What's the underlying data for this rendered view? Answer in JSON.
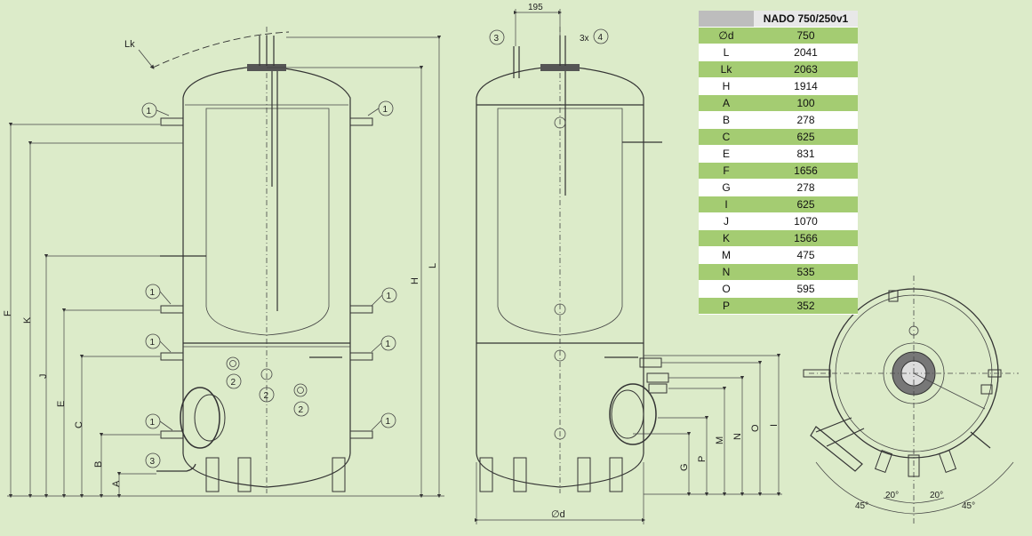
{
  "table": {
    "model": "NADO 750/250v1",
    "rows": [
      {
        "k": "∅d",
        "v": "750"
      },
      {
        "k": "L",
        "v": "2041"
      },
      {
        "k": "Lk",
        "v": "2063"
      },
      {
        "k": "H",
        "v": "1914"
      },
      {
        "k": "A",
        "v": "100"
      },
      {
        "k": "B",
        "v": "278"
      },
      {
        "k": "C",
        "v": "625"
      },
      {
        "k": "E",
        "v": "831"
      },
      {
        "k": "F",
        "v": "1656"
      },
      {
        "k": "G",
        "v": "278"
      },
      {
        "k": "I",
        "v": "625"
      },
      {
        "k": "J",
        "v": "1070"
      },
      {
        "k": "K",
        "v": "1566"
      },
      {
        "k": "M",
        "v": "475"
      },
      {
        "k": "N",
        "v": "535"
      },
      {
        "k": "O",
        "v": "595"
      },
      {
        "k": "P",
        "v": "352"
      }
    ]
  },
  "front_view": {
    "lk": "Lk",
    "dims": {
      "F": "F",
      "K": "K",
      "J": "J",
      "E": "E",
      "C": "C",
      "B": "B",
      "A": "A",
      "H": "H",
      "L": "L"
    },
    "callouts": {
      "c1": "1",
      "c2": "2",
      "c3": "3"
    }
  },
  "side_view": {
    "dim195": "195",
    "callout3": "3",
    "callout4": "4",
    "times3": "3x",
    "diameter": "∅d",
    "dims": {
      "G": "G",
      "P": "P",
      "M": "M",
      "N": "N",
      "O": "O",
      "I": "I"
    }
  },
  "top_view": {
    "angle20a": "20°",
    "angle20b": "20°",
    "angle45a": "45°",
    "angle45b": "45°"
  }
}
